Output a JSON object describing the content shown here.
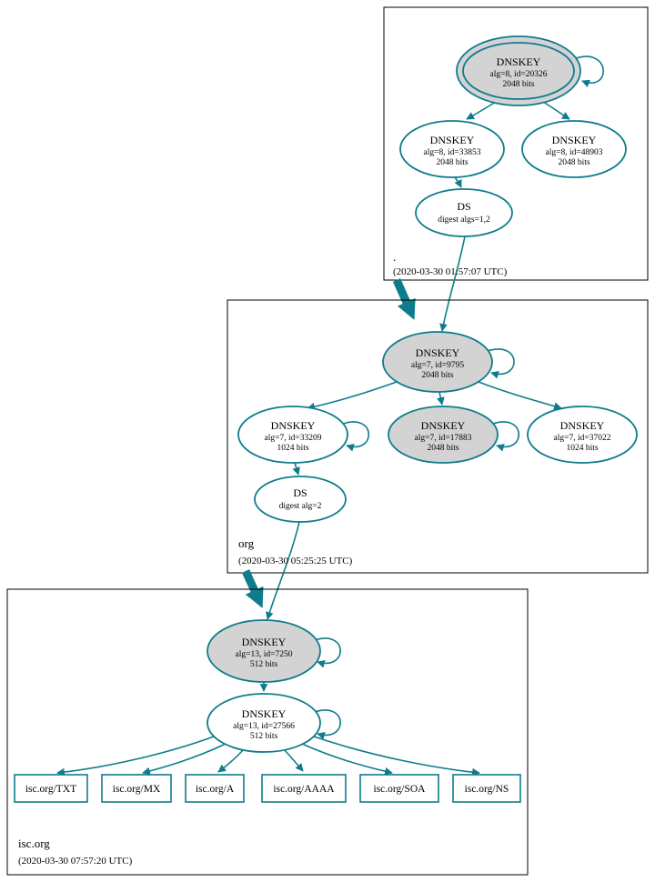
{
  "colors": {
    "edge_teal": "#0e7c8c",
    "ksk_fill_gray": "#d3d3d3",
    "node_fill_white": "#ffffff",
    "zone_border": "#000000",
    "text": "#000000"
  },
  "zones": {
    "root": {
      "label": ".",
      "timestamp": "(2020-03-30 01:57:07 UTC)",
      "ksk": {
        "title": "DNSKEY",
        "meta": "alg=8, id=20326",
        "bits": "2048 bits"
      },
      "zsk1": {
        "title": "DNSKEY",
        "meta": "alg=8, id=33853",
        "bits": "2048 bits"
      },
      "zsk2": {
        "title": "DNSKEY",
        "meta": "alg=8, id=48903",
        "bits": "2048 bits"
      },
      "ds": {
        "title": "DS",
        "meta": "digest algs=1,2"
      }
    },
    "org": {
      "label": "org",
      "timestamp": "(2020-03-30 05:25:25 UTC)",
      "ksk": {
        "title": "DNSKEY",
        "meta": "alg=7, id=9795",
        "bits": "2048 bits"
      },
      "zsk1": {
        "title": "DNSKEY",
        "meta": "alg=7, id=33209",
        "bits": "1024 bits"
      },
      "zsk2": {
        "title": "DNSKEY",
        "meta": "alg=7, id=17883",
        "bits": "2048 bits"
      },
      "zsk3": {
        "title": "DNSKEY",
        "meta": "alg=7, id=37022",
        "bits": "1024 bits"
      },
      "ds": {
        "title": "DS",
        "meta": "digest alg=2"
      }
    },
    "isc": {
      "label": "isc.org",
      "timestamp": "(2020-03-30 07:57:20 UTC)",
      "ksk": {
        "title": "DNSKEY",
        "meta": "alg=13, id=7250",
        "bits": "512 bits"
      },
      "zsk": {
        "title": "DNSKEY",
        "meta": "alg=13, id=27566",
        "bits": "512 bits"
      },
      "rrsets": [
        "isc.org/TXT",
        "isc.org/MX",
        "isc.org/A",
        "isc.org/AAAA",
        "isc.org/SOA",
        "isc.org/NS"
      ]
    }
  }
}
